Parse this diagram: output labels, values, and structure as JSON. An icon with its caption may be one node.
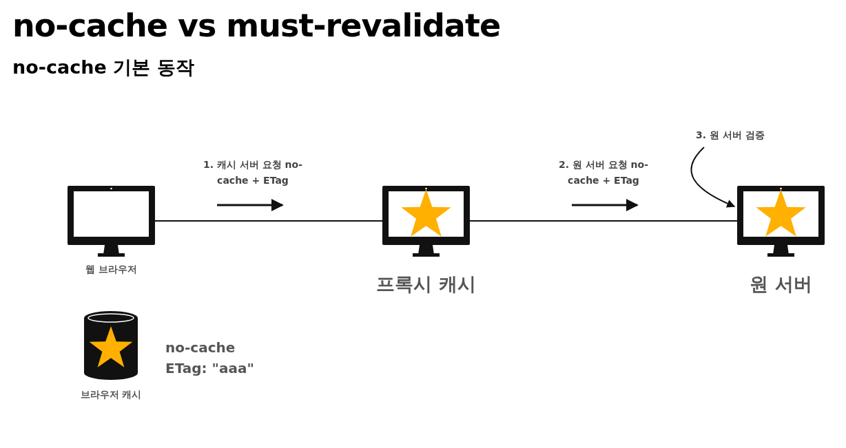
{
  "diagram": {
    "title": "no-cache vs must-revalidate",
    "caption": "no-cache 기본 동작",
    "nodes": [
      {
        "text": [
          "웹 브라우저"
        ]
      },
      {
        "text": [
          "프록시 캐시"
        ]
      },
      {
        "text": [
          "원 서버"
        ]
      },
      {
        "text": [
          "브라우저 캐시"
        ],
        "beside": [
          "no-cache",
          "ETag: \"aaa\""
        ]
      },
      {
        "text": [
          "3. 원 서버 검증"
        ]
      }
    ],
    "edges": [
      {
        "from": 0,
        "to": 1,
        "arrow": "none",
        "label": "1. 캐시 서버 요청 no-cache + ETag"
      },
      {
        "from": 1,
        "to": 2,
        "arrow": "none",
        "label": "2. 원 서버 요청 no-cache + ETag"
      },
      {
        "from": 4,
        "to": 2,
        "arrow": "to"
      }
    ]
  }
}
